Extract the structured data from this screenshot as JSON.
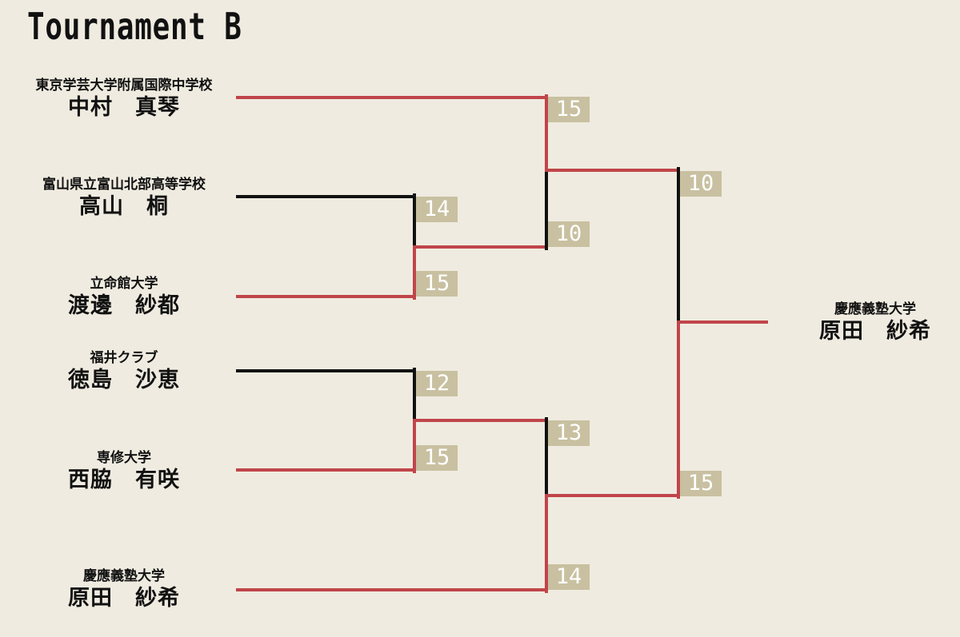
{
  "title": "Tournament B",
  "colors": {
    "background": "#efebe0",
    "winner_line": "#c0454a",
    "loser_line": "#111111",
    "score_box": "#c8c0a0"
  },
  "players": [
    {
      "school": "東京学芸大学附属国際中学校",
      "name": "中村　真琴"
    },
    {
      "school": "富山県立富山北部高等学校",
      "name": "高山　桐"
    },
    {
      "school": "立命館大学",
      "name": "渡邊　紗都"
    },
    {
      "school": "福井クラブ",
      "name": "徳島　沙恵"
    },
    {
      "school": "専修大学",
      "name": "西脇　有咲"
    },
    {
      "school": "慶應義塾大学",
      "name": "原田　紗希"
    }
  ],
  "champion": {
    "school": "慶應義塾大学",
    "name": "原田　紗希"
  },
  "matches": [
    {
      "id": "round1_top",
      "players": [
        "高山　桐",
        "渡邊　紗都"
      ],
      "scores": [
        "14",
        "15"
      ],
      "winner": "渡邊　紗都"
    },
    {
      "id": "round1_bottom",
      "players": [
        "徳島　沙恵",
        "西脇　有咲"
      ],
      "scores": [
        "12",
        "15"
      ],
      "winner": "西脇　有咲"
    },
    {
      "id": "semifinal_top",
      "players": [
        "中村　真琴",
        "渡邊　紗都"
      ],
      "scores": [
        "15",
        "10"
      ],
      "winner": "中村　真琴"
    },
    {
      "id": "semifinal_bottom",
      "players": [
        "西脇　有咲",
        "原田　紗希"
      ],
      "scores": [
        "13",
        "14"
      ],
      "winner": "原田　紗希"
    },
    {
      "id": "final",
      "players": [
        "中村　真琴",
        "原田　紗希"
      ],
      "scores": [
        "10",
        "15"
      ],
      "winner": "原田　紗希"
    }
  ]
}
